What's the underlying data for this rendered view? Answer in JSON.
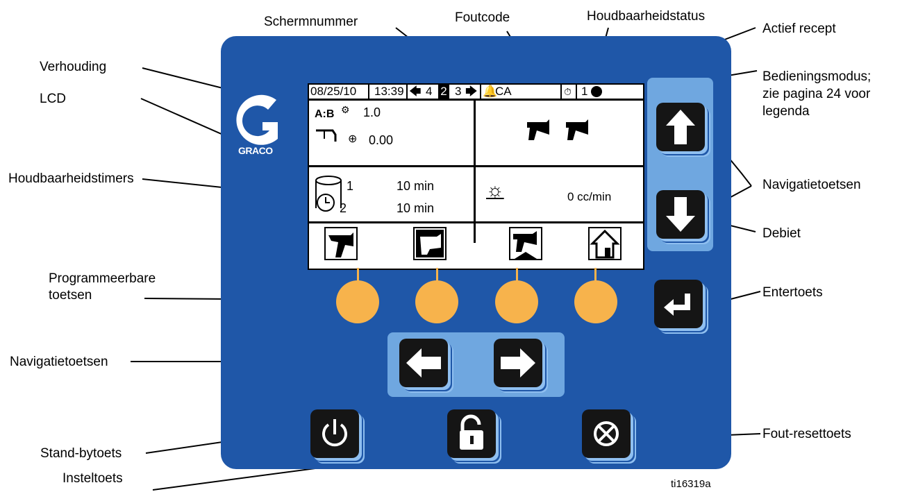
{
  "callouts": {
    "schermnummer": "Schermnummer",
    "foutcode": "Foutcode",
    "houdbaarheidstatus": "Houdbaarheidstatus",
    "actief_recept": "Actief recept",
    "verhouding": "Verhouding",
    "bedieningsmodus_1": "Bedieningsmodus;",
    "bedieningsmodus_2": "zie pagina 24 voor",
    "bedieningsmodus_3": "legenda",
    "lcd": "LCD",
    "houdbaarheidstimers": "Houdbaarheidstimers",
    "navigatietoetsen_right": "Navigatietoetsen",
    "debiet": "Debiet",
    "programmeerbare_1": "Programmeerbare",
    "programmeerbare_2": "toetsen",
    "entertoets": "Entertoets",
    "navigatietoetsen_left": "Navigatietoetsen",
    "standby": "Stand-bytoets",
    "fout_reset": "Fout-resettoets",
    "insteltoets": "Insteltoets",
    "figure_id": "ti16319a"
  },
  "logo": {
    "text": "GRACO"
  },
  "lcd": {
    "date": "08/25/10",
    "time": "13:39",
    "screen_prev": "4",
    "screen_current": "2",
    "screen_next": "3",
    "error_code": "CA",
    "recipe": "1",
    "ratio_label": "A:B",
    "ratio_value": "1.0",
    "tolerance_value": "0.00",
    "pot_life_1_index": "1",
    "pot_life_2_index": "2",
    "pot_life_1_value": "10 min",
    "pot_life_2_value": "10 min",
    "flow_value": "0 cc/min"
  },
  "colors": {
    "panel": "#1f57a8",
    "key": "#151515",
    "softkey": "#f7b34c",
    "nav_box": "#6fa7e0"
  },
  "icons": {
    "up": "arrow-up-icon",
    "down": "arrow-down-icon",
    "left": "arrow-left-icon",
    "right": "arrow-right-icon",
    "enter": "enter-icon",
    "standby": "power-icon",
    "setup": "padlock-icon",
    "reset": "error-reset-icon"
  }
}
